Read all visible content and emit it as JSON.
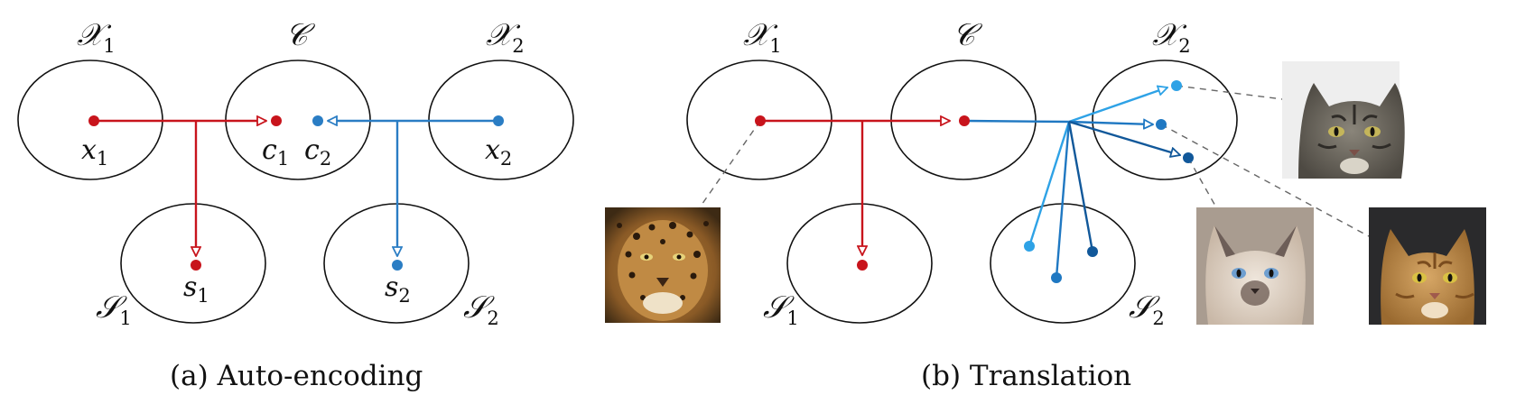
{
  "colors": {
    "red": "#c8141c",
    "blue": "#2a7dc4",
    "light_blue": "#2ea2e6",
    "mid_blue": "#1f78c2",
    "dark_blue": "#11589a",
    "outline": "#111111",
    "dashed_line": "#666666"
  },
  "panel_a": {
    "caption": "(a) Auto-encoding",
    "sets": {
      "x1": {
        "base": "𝒳",
        "sub": "1"
      },
      "c": {
        "base": "𝒞",
        "sub": ""
      },
      "x2": {
        "base": "𝒳",
        "sub": "2"
      },
      "s1": {
        "base": "𝒮",
        "sub": "1"
      },
      "s2": {
        "base": "𝒮",
        "sub": "2"
      }
    },
    "points": {
      "x1": {
        "base": "x",
        "sub": "1"
      },
      "c1": {
        "base": "c",
        "sub": "1"
      },
      "c2": {
        "base": "c",
        "sub": "2"
      },
      "x2": {
        "base": "x",
        "sub": "2"
      },
      "s1": {
        "base": "s",
        "sub": "1"
      },
      "s2": {
        "base": "s",
        "sub": "2"
      }
    }
  },
  "panel_b": {
    "caption": "(b) Translation",
    "sets": {
      "x1": {
        "base": "𝒳",
        "sub": "1"
      },
      "c": {
        "base": "𝒞",
        "sub": ""
      },
      "x2": {
        "base": "𝒳",
        "sub": "2"
      },
      "s1": {
        "base": "𝒮",
        "sub": "1"
      },
      "s2": {
        "base": "𝒮",
        "sub": "2"
      }
    },
    "images": {
      "leopard": {
        "subject": "leopard face photo",
        "icon": "leopard-image"
      },
      "tabby_cat": {
        "subject": "gray tabby cat photo",
        "icon": "tabby-cat-image"
      },
      "siamese_cat": {
        "subject": "siamese cat photo",
        "icon": "siamese-cat-image"
      },
      "orange_cat": {
        "subject": "orange tabby cat photo",
        "icon": "orange-cat-image"
      }
    }
  }
}
